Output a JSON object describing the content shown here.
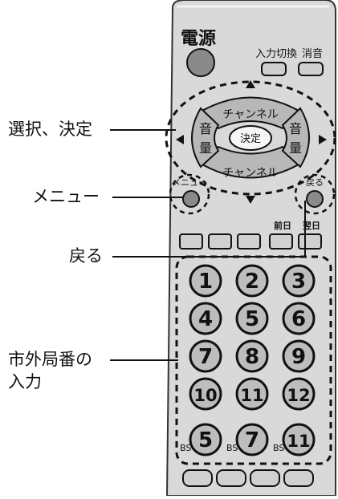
{
  "remote": {
    "power_label": "電源",
    "input_switch_label": "入力切換",
    "mute_label": "消音",
    "channel_label": "チャンネル",
    "volume_char_1": "音",
    "volume_char_2": "量",
    "enter_label": "決定",
    "menu_label": "メニュー",
    "back_label": "戻る",
    "prev_day_label": "前日",
    "next_day_label": "翌日",
    "number_keys": [
      "1",
      "2",
      "3",
      "4",
      "5",
      "6",
      "7",
      "8",
      "9",
      "10",
      "11",
      "12"
    ],
    "bs_prefix": "BS",
    "bs_keys": [
      "5",
      "7",
      "11"
    ]
  },
  "callouts": {
    "select_enter": "選択、決定",
    "menu": "メニュー",
    "back": "戻る",
    "area_code_line1": "市外局番の",
    "area_code_line2": "入力"
  }
}
